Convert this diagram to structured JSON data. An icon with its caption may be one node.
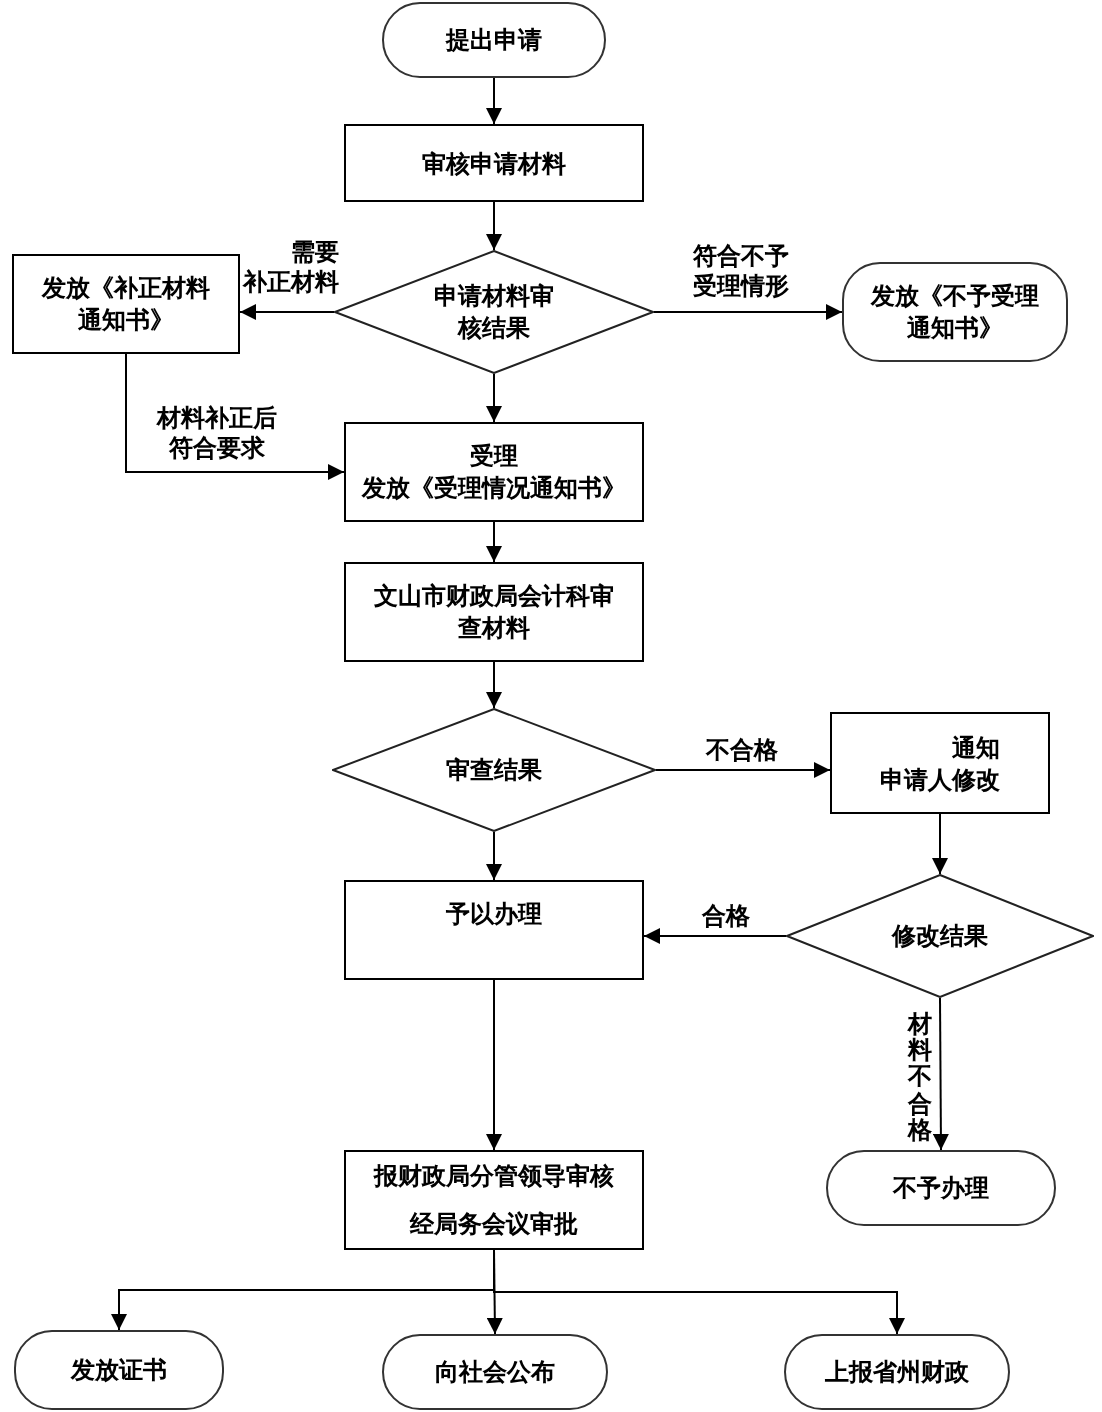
{
  "diagram": {
    "nodes": [
      {
        "text": [
          "提出申请"
        ]
      },
      {
        "text": [
          "审核申请材料"
        ]
      },
      {
        "text": [
          "申请材料审核结果"
        ]
      },
      {
        "text": [
          "发放《补正材料通知书》"
        ]
      },
      {
        "text": [
          "发放《不予受理通知书》"
        ]
      },
      {
        "text": [
          "受理",
          "发放《受理情况通知书》"
        ]
      },
      {
        "text": [
          "文山市财政局会计科审查材料"
        ]
      },
      {
        "text": [
          "审查结果"
        ]
      },
      {
        "text": [
          "通知申请人修改"
        ]
      },
      {
        "text": [
          "予以办理"
        ]
      },
      {
        "text": [
          "修改结果"
        ]
      },
      {
        "text": [
          "不予办理"
        ]
      },
      {
        "text": [
          "报财政局分管领导审核经局务会议审批"
        ]
      },
      {
        "text": [
          "发放证书"
        ]
      },
      {
        "text": [
          "向社会公布"
        ]
      },
      {
        "text": [
          "上报省州财政"
        ]
      }
    ],
    "edges": [
      {
        "from": 0,
        "to": 1,
        "arrow": "to"
      },
      {
        "from": 1,
        "to": 2,
        "arrow": "to"
      },
      {
        "from": 2,
        "to": 3,
        "arrow": "to",
        "label": "需要补正材料"
      },
      {
        "from": 2,
        "to": 4,
        "arrow": "to",
        "label": "符合不予受理情形"
      },
      {
        "from": 2,
        "to": 5,
        "arrow": "to"
      },
      {
        "from": 3,
        "to": 5,
        "arrow": "to",
        "label": "材料补正后符合要求"
      },
      {
        "from": 5,
        "to": 6,
        "arrow": "to"
      },
      {
        "from": 6,
        "to": 7,
        "arrow": "to"
      },
      {
        "from": 7,
        "to": 8,
        "arrow": "to",
        "label": "不合格"
      },
      {
        "from": 7,
        "to": 9,
        "arrow": "to"
      },
      {
        "from": 8,
        "to": 10,
        "arrow": "to"
      },
      {
        "from": 10,
        "to": 9,
        "arrow": "to",
        "label": "合格"
      },
      {
        "from": 10,
        "to": 11,
        "arrow": "to",
        "label": "材料不合格"
      },
      {
        "from": 9,
        "to": 12,
        "arrow": "to"
      },
      {
        "from": 12,
        "to": 13,
        "arrow": "to"
      },
      {
        "from": 12,
        "to": 14,
        "arrow": "to"
      },
      {
        "from": 12,
        "to": 15,
        "arrow": "to"
      }
    ]
  }
}
